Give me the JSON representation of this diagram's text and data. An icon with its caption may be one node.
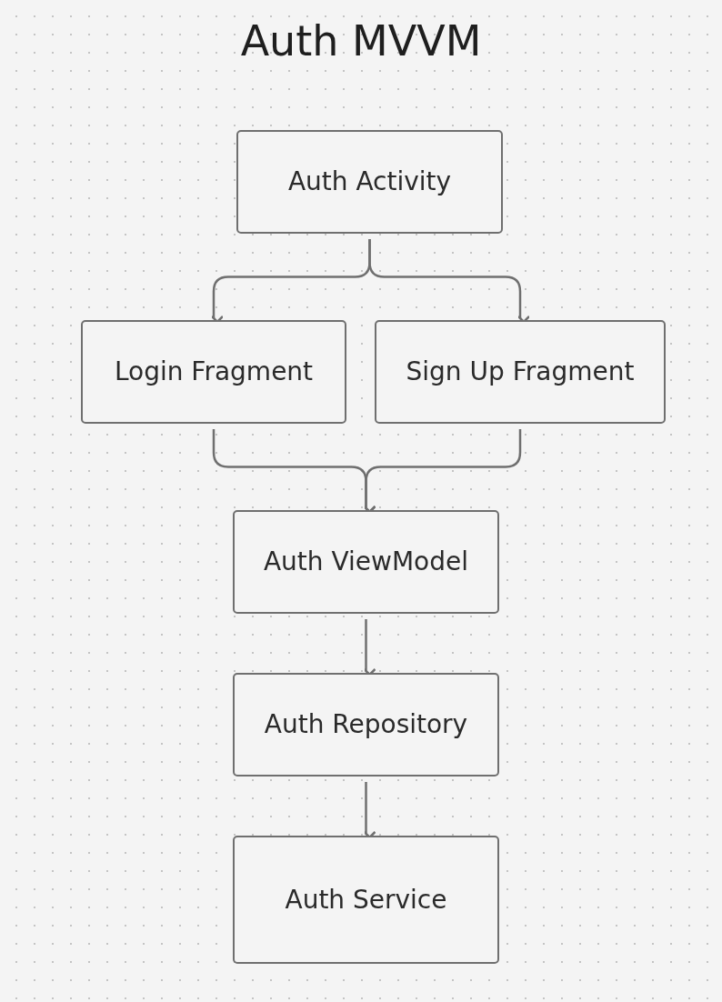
{
  "diagram": {
    "title": "Auth MVVM",
    "nodes": [
      {
        "text": [
          "Auth Activity"
        ]
      },
      {
        "text": [
          "Login Fragment"
        ]
      },
      {
        "text": [
          "Sign Up Fragment"
        ]
      },
      {
        "text": [
          "Auth ViewModel"
        ]
      },
      {
        "text": [
          "Auth Repository"
        ]
      },
      {
        "text": [
          "Auth Service"
        ]
      }
    ],
    "edges": [
      {
        "from": 0,
        "to": 1,
        "arrow": "to"
      },
      {
        "from": 0,
        "to": 2,
        "arrow": "to"
      },
      {
        "from": 1,
        "to": 3,
        "arrow": "to"
      },
      {
        "from": 2,
        "to": 3,
        "arrow": "to"
      },
      {
        "from": 3,
        "to": 4,
        "arrow": "to"
      },
      {
        "from": 4,
        "to": 5,
        "arrow": "to"
      }
    ]
  }
}
